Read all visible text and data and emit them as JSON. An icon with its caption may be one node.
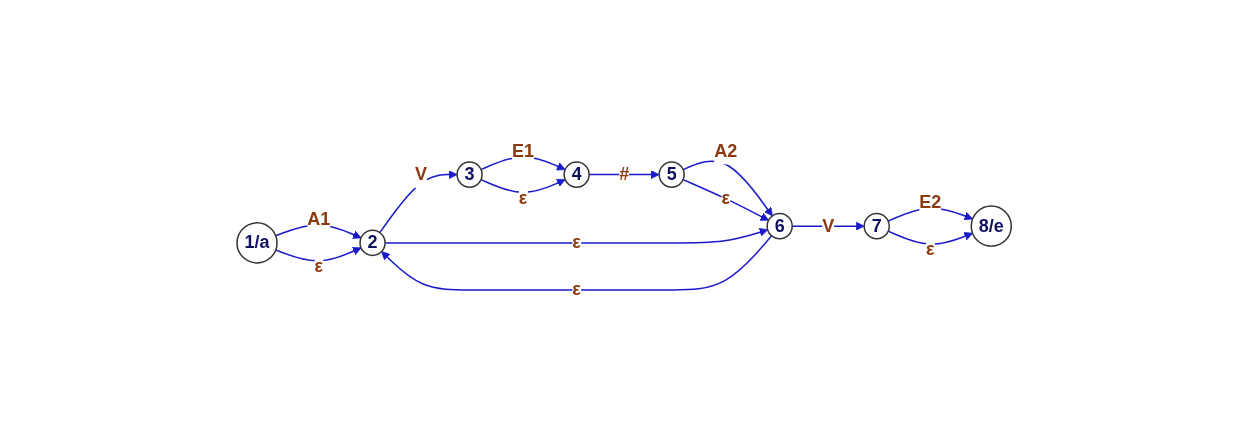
{
  "diagram": {
    "nodes": [
      {
        "text": [
          "1/a"
        ]
      },
      {
        "text": [
          "2"
        ]
      },
      {
        "text": [
          "3"
        ]
      },
      {
        "text": [
          "4"
        ]
      },
      {
        "text": [
          "5"
        ]
      },
      {
        "text": [
          "6"
        ]
      },
      {
        "text": [
          "7"
        ]
      },
      {
        "text": [
          "8/e"
        ]
      }
    ],
    "edges": [
      {
        "from": 0,
        "to": 1,
        "label": "A1",
        "arrow": "to"
      },
      {
        "from": 0,
        "to": 1,
        "label": "ε",
        "arrow": "to"
      },
      {
        "from": 1,
        "to": 2,
        "label": "V",
        "arrow": "to"
      },
      {
        "from": 2,
        "to": 3,
        "label": "E1",
        "arrow": "to"
      },
      {
        "from": 2,
        "to": 3,
        "label": "ε",
        "arrow": "to"
      },
      {
        "from": 3,
        "to": 4,
        "label": "#",
        "arrow": "to"
      },
      {
        "from": 4,
        "to": 5,
        "label": "A2",
        "arrow": "to"
      },
      {
        "from": 4,
        "to": 5,
        "label": "ε",
        "arrow": "to"
      },
      {
        "from": 5,
        "to": 6,
        "label": "V",
        "arrow": "to"
      },
      {
        "from": 6,
        "to": 7,
        "label": "E2",
        "arrow": "to"
      },
      {
        "from": 6,
        "to": 7,
        "label": "ε",
        "arrow": "to"
      },
      {
        "from": 5,
        "to": 1,
        "label": "ε",
        "arrow": "to"
      },
      {
        "from": 1,
        "to": 5,
        "label": "ε",
        "arrow": "to"
      }
    ]
  }
}
